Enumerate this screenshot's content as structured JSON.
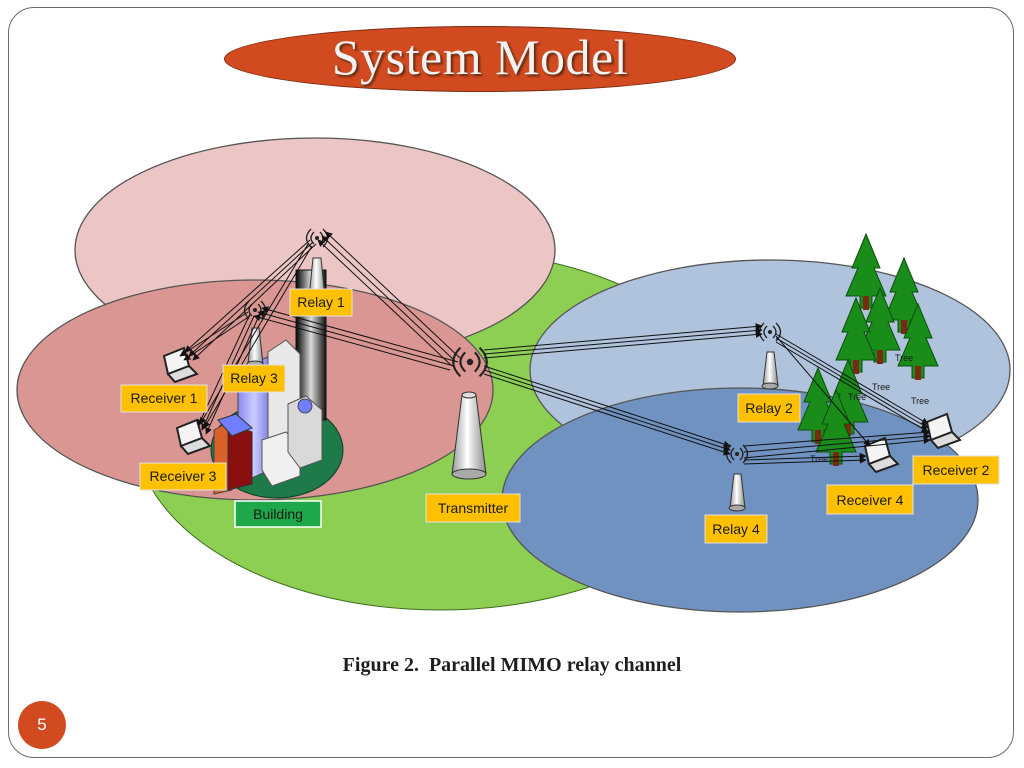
{
  "slide": {
    "title": "System Model",
    "caption": "Figure 2.  Parallel MIMO relay channel",
    "page_number": "5"
  },
  "diagram": {
    "nodes": {
      "relay1": "Relay 1",
      "relay2": "Relay 2",
      "relay3": "Relay 3",
      "relay4": "Relay 4",
      "receiver1": "Receiver 1",
      "receiver2": "Receiver 2",
      "receiver3": "Receiver 3",
      "receiver4": "Receiver 4",
      "transmitter": "Transmitter",
      "building": "Building"
    },
    "tree_label": "Tree"
  },
  "colors": {
    "title_fill": "#d24a1f",
    "transmitter_zone": "#8ccf52",
    "relay1_zone": "#ecc6c4",
    "relay3_zone": "#d99693",
    "relay2_zone": "#b0c3dc",
    "relay4_zone": "#6f92c0",
    "label_fill": "#ffc000",
    "building_label_fill": "#1fa84a",
    "tree_green": "#1a8c1a"
  }
}
